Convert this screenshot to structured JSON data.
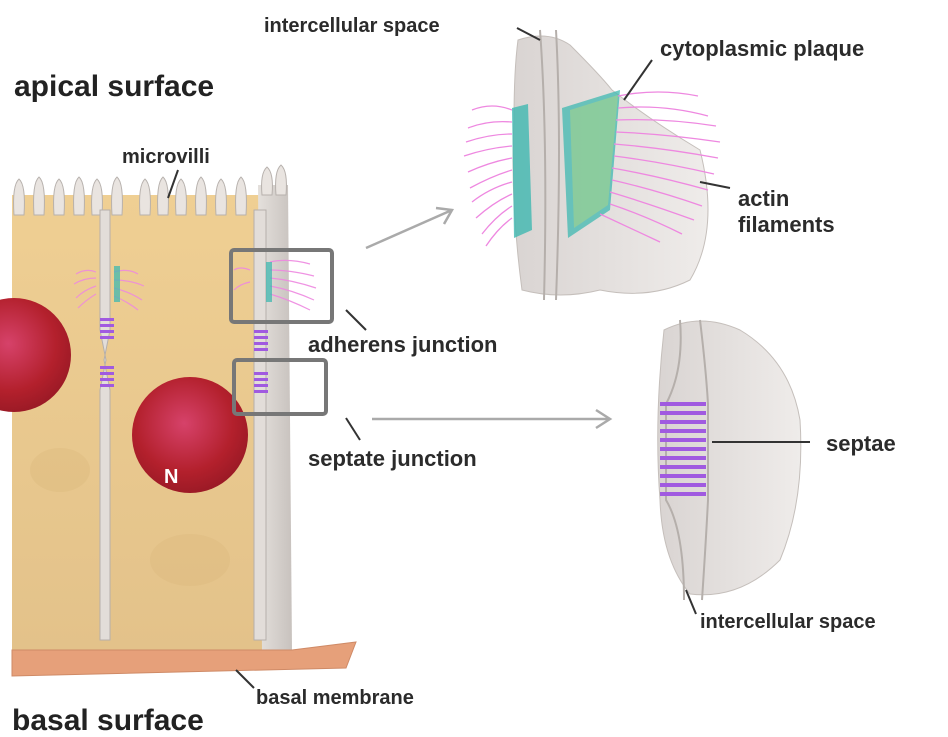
{
  "labels": {
    "apical_surface": "apical surface",
    "basal_surface": "basal surface",
    "microvilli": "microvilli",
    "adherens_junction": "adherens junction",
    "septate_junction": "septate junction",
    "basal_membrane": "basal membrane",
    "nucleus": "N",
    "intercellular_space_top": "intercellular space",
    "cytoplasmic_plaque": "cytoplasmic plaque",
    "actin_filaments_line1": "actin",
    "actin_filaments_line2": "filaments",
    "septae": "septae",
    "intercellular_space_bottom": "intercellular space"
  },
  "colors": {
    "cell_cytoplasm": "#e8c990",
    "nucleus": "#b3202c",
    "membrane": "#cfcac6",
    "basal_membrane": "#e6a07a",
    "actin": "#ee88e0",
    "plaque": "#3fb8b0",
    "septae": "#a05ae0",
    "callout_box": "#777777",
    "arrow": "#aaaaaa",
    "text": "#2b2b2b"
  }
}
